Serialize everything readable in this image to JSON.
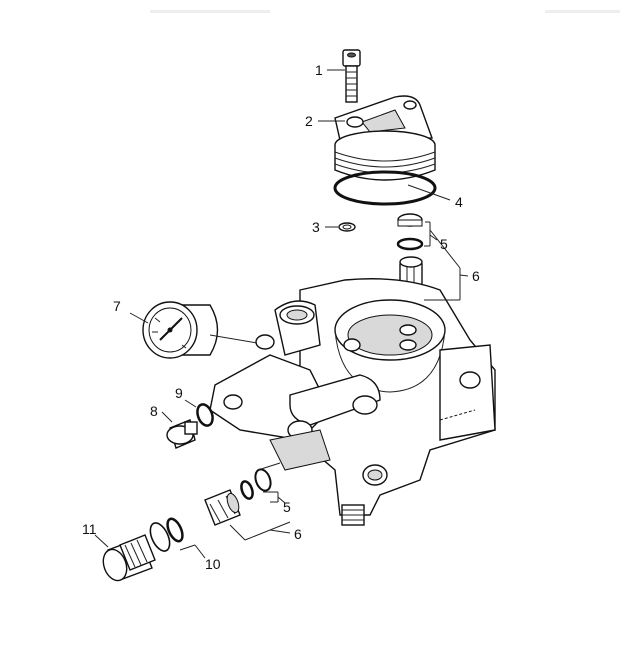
{
  "callouts": {
    "c1": "1",
    "c2": "2",
    "c3": "3",
    "c4": "4",
    "c5a": "5",
    "c6a": "6",
    "c7": "7",
    "c8": "8",
    "c9": "9",
    "c5b": "5",
    "c6b": "6",
    "c10": "10",
    "c11": "11"
  }
}
